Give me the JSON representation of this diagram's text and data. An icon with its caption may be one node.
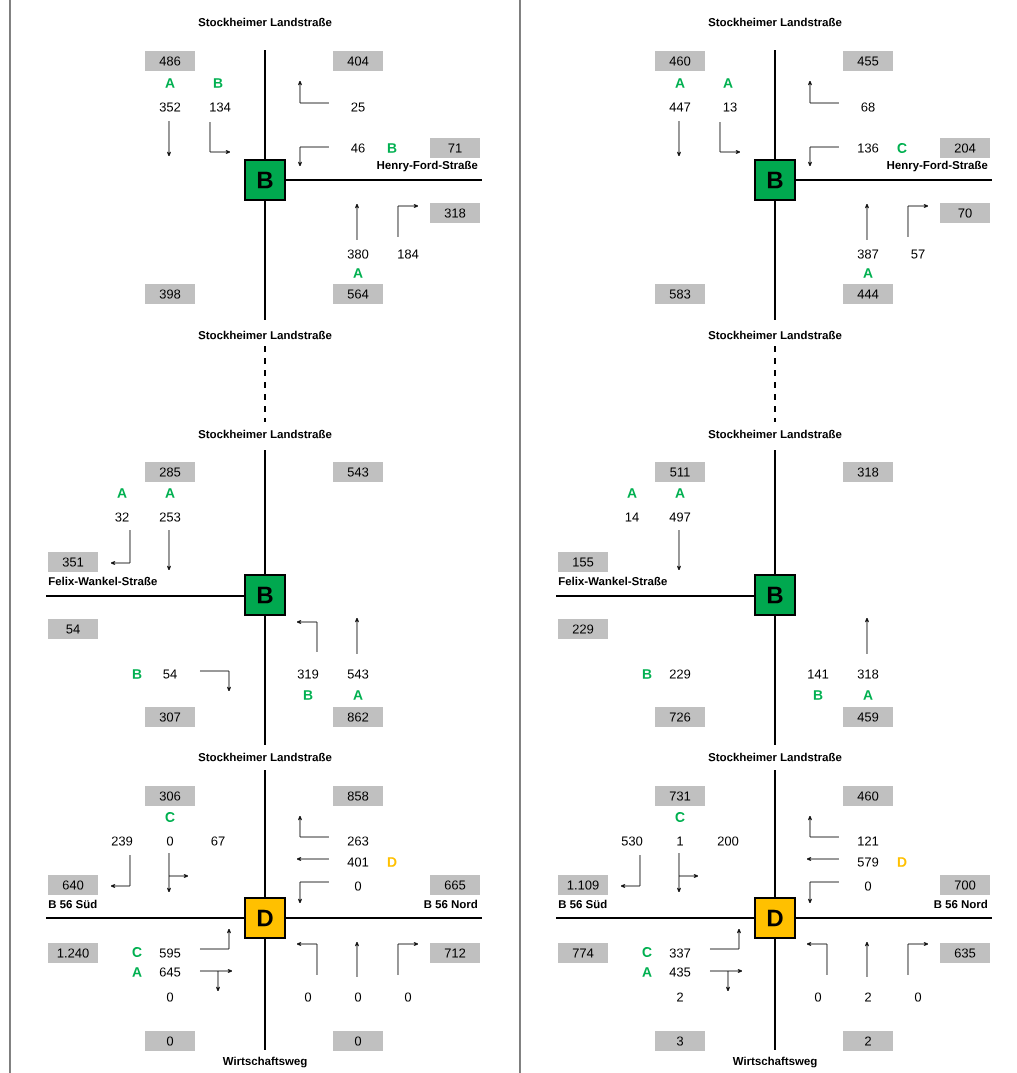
{
  "diagram": {
    "nodes": [
      {
        "text": [
          "486"
        ]
      },
      {
        "text": [
          "404"
        ]
      },
      {
        "text": [
          "71"
        ]
      },
      {
        "text": [
          "B"
        ]
      },
      {
        "text": [
          "318"
        ]
      },
      {
        "text": [
          "398"
        ]
      },
      {
        "text": [
          "564"
        ]
      },
      {
        "text": [
          "285"
        ]
      },
      {
        "text": [
          "543"
        ]
      },
      {
        "text": [
          "351"
        ]
      },
      {
        "text": [
          "B"
        ]
      },
      {
        "text": [
          "54"
        ]
      },
      {
        "text": [
          "307"
        ]
      },
      {
        "text": [
          "862"
        ]
      },
      {
        "text": [
          "306"
        ]
      },
      {
        "text": [
          "858"
        ]
      },
      {
        "text": [
          "640"
        ]
      },
      {
        "text": [
          "665"
        ]
      },
      {
        "text": [
          "D"
        ]
      },
      {
        "text": [
          "1.240"
        ]
      },
      {
        "text": [
          "712"
        ]
      },
      {
        "text": [
          "0"
        ]
      },
      {
        "text": [
          "0"
        ]
      },
      {
        "text": [
          "460"
        ]
      },
      {
        "text": [
          "455"
        ]
      },
      {
        "text": [
          "204"
        ]
      },
      {
        "text": [
          "B"
        ]
      },
      {
        "text": [
          "70"
        ]
      },
      {
        "text": [
          "583"
        ]
      },
      {
        "text": [
          "444"
        ]
      },
      {
        "text": [
          "511"
        ]
      },
      {
        "text": [
          "318"
        ]
      },
      {
        "text": [
          "155"
        ]
      },
      {
        "text": [
          "B"
        ]
      },
      {
        "text": [
          "229"
        ]
      },
      {
        "text": [
          "726"
        ]
      },
      {
        "text": [
          "459"
        ]
      },
      {
        "text": [
          "731"
        ]
      },
      {
        "text": [
          "460"
        ]
      },
      {
        "text": [
          "1.109"
        ]
      },
      {
        "text": [
          "700"
        ]
      },
      {
        "text": [
          "D"
        ]
      },
      {
        "text": [
          "774"
        ]
      },
      {
        "text": [
          "635"
        ]
      },
      {
        "text": [
          "3"
        ]
      },
      {
        "text": [
          "2"
        ]
      }
    ],
    "labels": [
      "Stockheimer Landstraße",
      "A",
      "B",
      "352",
      "134",
      "25",
      "46",
      "B",
      "Henry-Ford-Straße",
      "380",
      "184",
      "A",
      "Stockheimer Landstraße",
      "Stockheimer Landstraße",
      "A",
      "A",
      "32",
      "253",
      "Felix-Wankel-Straße",
      "B",
      "54",
      "319",
      "543",
      "B",
      "A",
      "Stockheimer Landstraße",
      "C",
      "239",
      "0",
      "67",
      "263",
      "401",
      "D",
      "0",
      "B 56 Süd",
      "B 56 Nord",
      "C",
      "595",
      "A",
      "645",
      "0",
      "0",
      "0",
      "0",
      "Wirtschaftsweg",
      "Stockheimer Landstraße",
      "A",
      "A",
      "447",
      "13",
      "68",
      "136",
      "C",
      "Henry-Ford-Straße",
      "387",
      "57",
      "A",
      "Stockheimer Landstraße",
      "Stockheimer Landstraße",
      "A",
      "A",
      "14",
      "497",
      "Felix-Wankel-Straße",
      "B",
      "229",
      "141",
      "318",
      "B",
      "A",
      "Stockheimer Landstraße",
      "C",
      "530",
      "1",
      "200",
      "121",
      "579",
      "D",
      "0",
      "B 56 Süd",
      "B 56 Nord",
      "C",
      "337",
      "A",
      "435",
      "2",
      "0",
      "2",
      "0",
      "Wirtschaftsweg"
    ]
  }
}
